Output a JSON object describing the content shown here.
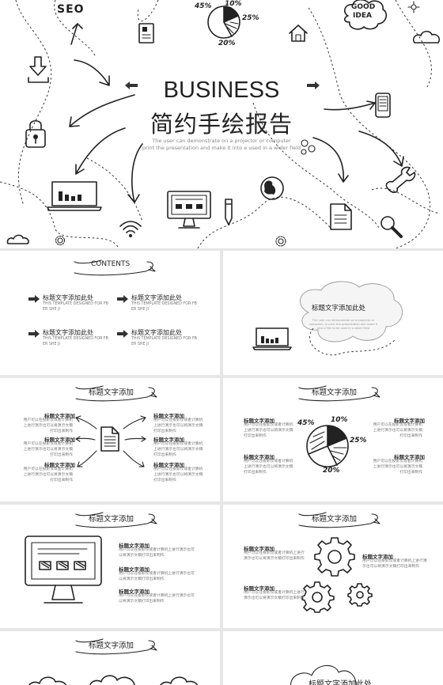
{
  "cover": {
    "title_en": "BUSINESS",
    "title_cn": "简约手绘报告",
    "subtitle_line1": "The user can demonstrate on a projector or computer",
    "subtitle_line2": "print the presentation and make it into e used in a wider field",
    "doodle_seo": "SEO",
    "doodle_good": "GOOD",
    "doodle_idea": "IDEA",
    "pct_45": "45%",
    "pct_10": "10%",
    "pct_25": "25%",
    "pct_20": "20%"
  },
  "contents": {
    "heading": "CONTENTS",
    "items": [
      {
        "title": "标题文字添加此处",
        "desc": "THIS TEMPLATE DESIGNED FOR FB ER SHE JI"
      },
      {
        "title": "标题文字添加此处",
        "desc": "THIS TEMPLATE DESIGNED FOR FB ER SHE JI"
      },
      {
        "title": "标题文字添加此处",
        "desc": "THIS TEMPLATE DESIGNED FOR FB ER SHE JI"
      },
      {
        "title": "标题文字添加此处",
        "desc": "THIS TEMPLATE DESIGNED FOR FB ER SHE JI"
      }
    ]
  },
  "section": {
    "title": "标题文字添加此处",
    "desc": "The user can demonstrate on a projector or computer, or print the presentation and make it into a film to be used in a wider field"
  },
  "slide3": {
    "heading": "标题文字添加",
    "items": [
      {
        "title": "标题文字添加",
        "body": "用户可以在投影仪或者计算机上进行演示也可以将演示文稿打印出来制作"
      },
      {
        "title": "标题文字添加",
        "body": "用户可以在投影仪或者计算机上进行演示也可以将演示文稿打印出来制作"
      },
      {
        "title": "标题文字添加",
        "body": "用户可以在投影仪或者计算机上进行演示也可以将演示文稿打印出来制作"
      },
      {
        "title": "标题文字添加",
        "body": "用户可以在投影仪或者计算机上进行演示也可以将演示文稿打印出来制作"
      },
      {
        "title": "标题文字添加",
        "body": "用户可以在投影仪或者计算机上进行演示也可以将演示文稿打印出来制作"
      },
      {
        "title": "标题文字添加",
        "body": "用户可以在投影仪或者计算机上进行演示也可以将演示文稿打印出来制作"
      }
    ]
  },
  "slide4": {
    "heading": "标题文字添加",
    "pcts": [
      "45%",
      "10%",
      "25%",
      "20%"
    ],
    "items": [
      {
        "title": "标题文字添加",
        "body": "用户可以在投影仪或者计算机上进行演示也可以将演示文稿打印出来制作"
      },
      {
        "title": "标题文字添加",
        "body": "用户可以在投影仪或者计算机上进行演示也可以将演示文稿打印出来制作"
      },
      {
        "title": "标题文字添加",
        "body": "用户可以在投影仪或者计算机上进行演示也可以将演示文稿打印出来制作"
      },
      {
        "title": "标题文字添加",
        "body": "用户可以在投影仪或者计算机上进行演示也可以将演示文稿打印出来制作"
      }
    ]
  },
  "slide5": {
    "heading": "标题文字添加",
    "items": [
      {
        "title": "标题文字添加",
        "body": "用户可以在投影仪或者计算机上进行演示也可以将演示文稿打印出来制作"
      },
      {
        "title": "标题文字添加",
        "body": "用户可以在投影仪或者计算机上进行演示也可以将演示文稿打印出来制作"
      },
      {
        "title": "标题文字添加",
        "body": "用户可以在投影仪或者计算机上进行演示也可以将演示文稿打印出来制作"
      }
    ]
  },
  "slide6": {
    "heading": "标题文字添加",
    "items": [
      {
        "title": "标题文字添加",
        "body": "用户可以在投影仪或者计算机上进行演示也可以将演示文稿打印出来制作"
      },
      {
        "title": "标题文字添加",
        "body": "用户可以在投影仪或者计算机上进行演示也可以将演示文稿打印出来制作"
      },
      {
        "title": "标题文字添加",
        "body": "用户可以在投影仪或者计算机上进行演示也可以将演示文稿打印出来制作"
      }
    ]
  },
  "slide7": {
    "heading": "标题文字添加"
  },
  "slide8": {
    "heading": "标题文字添加此处"
  }
}
